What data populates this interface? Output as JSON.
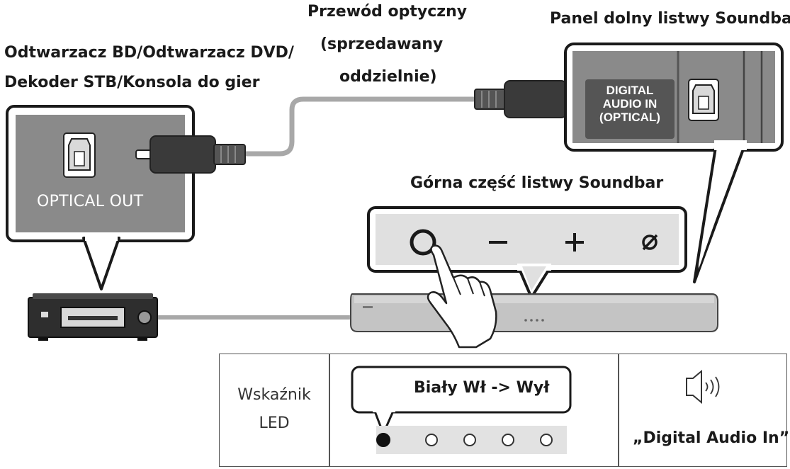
{
  "labels": {
    "source_line1": "Odtwarzacz BD/Odtwarzacz DVD/",
    "source_line2": "Dekoder STB/Konsola do gier",
    "cable_line1": "Przewód optyczny",
    "cable_line2": "(sprzedawany",
    "cable_line3": "oddzielnie)",
    "bottom_panel": "Panel dolny listwy Soundbar",
    "top_part": "Górna część listwy Soundbar"
  },
  "device": {
    "port_label": "OPTICAL OUT"
  },
  "soundbar_panel": {
    "line1": "DIGITAL",
    "line2": "AUDIO IN",
    "line3": "(OPTICAL)"
  },
  "soundbar_buttons": [
    {
      "name": "power",
      "glyph": ""
    },
    {
      "name": "volume-down",
      "glyph": "−"
    },
    {
      "name": "volume-up",
      "glyph": "+"
    },
    {
      "name": "bluetooth",
      "glyph": "ø"
    }
  ],
  "led_table": {
    "header_line1": "Wskaźnik",
    "header_line2": "LED",
    "bubble": "Biały Wł -> Wył",
    "leds": [
      "on",
      "off",
      "off",
      "off",
      "off"
    ],
    "status": "„Digital Audio In”",
    "icon": "speaker-icon"
  },
  "colors": {
    "panel_gray": "#8a8a8a",
    "outline": "#1a1a1a",
    "cable_gray": "#a8a8a8"
  }
}
